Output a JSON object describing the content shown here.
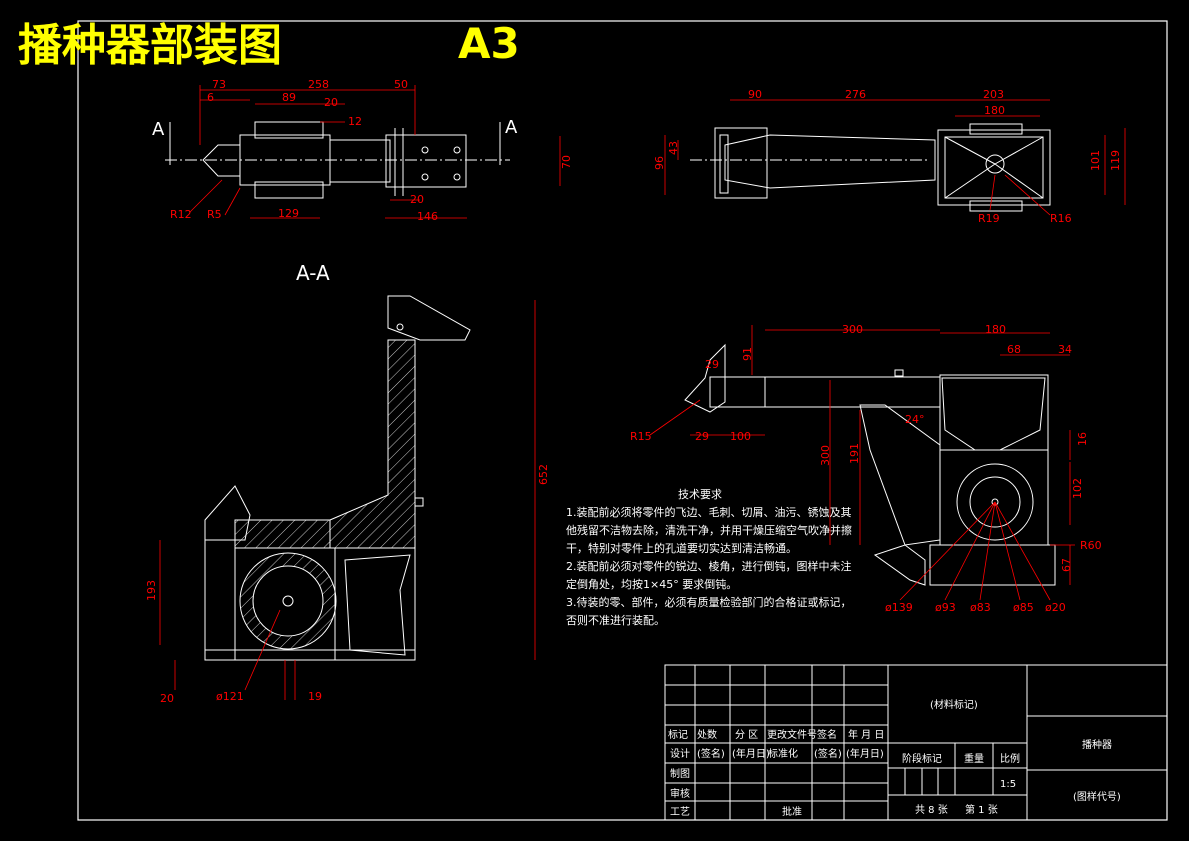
{
  "header": {
    "title": "播种器部装图",
    "size": "A3"
  },
  "view_top": {
    "section_mark_left": "A",
    "section_mark_right": "A",
    "dims": {
      "d73": "73",
      "d258": "258",
      "d50": "50",
      "d6": "6",
      "d89": "89",
      "d20a": "20",
      "d12": "12",
      "d70": "70",
      "d20b": "20",
      "d129": "129",
      "d146": "146",
      "r12": "R12",
      "r5": "R5"
    }
  },
  "view_right_top": {
    "dims": {
      "d90": "90",
      "d276": "276",
      "d203": "203",
      "d180": "180",
      "d96": "96",
      "d43": "43",
      "d101": "101",
      "d119": "119",
      "r19": "R19",
      "r16": "R16"
    }
  },
  "view_section": {
    "title": "A-A",
    "dims": {
      "d652": "652",
      "d193": "193",
      "d20": "20",
      "d121": "ø121",
      "d19": "19"
    }
  },
  "view_side": {
    "dims": {
      "d300a": "300",
      "d180": "180",
      "d68": "68",
      "d34": "34",
      "d29a": "29",
      "d91": "91",
      "r15": "R15",
      "d29b": "29",
      "d100": "100",
      "a24": "24°",
      "d300b": "300",
      "d191": "191",
      "d16": "16",
      "d102": "102",
      "r60": "R60",
      "d67": "67",
      "p139": "ø139",
      "p93": "ø93",
      "p83": "ø83",
      "p85": "ø85",
      "p20": "ø20"
    }
  },
  "tech_requirements": {
    "title": "技术要求",
    "lines": [
      "1.装配前必须将零件的飞边、毛刺、切屑、油污、锈蚀及其",
      "他残留不洁物去除，清洗干净，并用干燥压缩空气吹净并擦",
      "干，特别对零件上的孔道要切实达到清洁畅通。",
      "2.装配前必须对零件的锐边、棱角，进行倒钝，图样中未注",
      "定倒角处，均按1×45° 要求倒钝。",
      "3.待装的零、部件，必须有质量检验部门的合格证或标记，",
      "否则不准进行装配。"
    ]
  },
  "title_block": {
    "material": "(材料标记)",
    "part_name": "播种器",
    "drawing_no": "(图样代号)",
    "row_headers": [
      "标记",
      "处数",
      "分 区",
      "更改文件号",
      "签名",
      "年 月 日"
    ],
    "design_row": [
      "设计",
      "(签名)",
      "(年月日)",
      "标准化",
      "(签名)",
      "(年月日)"
    ],
    "label_draw": "制图",
    "label_check": "审核",
    "label_process": "工艺",
    "label_approve": "批准",
    "stage_mark": "阶段标记",
    "weight": "重量",
    "scale_label": "比例",
    "scale_value": "1:5",
    "sheets_total": "共 8 张",
    "sheet_no": "第 1 张"
  },
  "colors": {
    "background": "#000000",
    "line": "#ffffff",
    "dimension": "#ff0000",
    "title": "#ffff00"
  }
}
